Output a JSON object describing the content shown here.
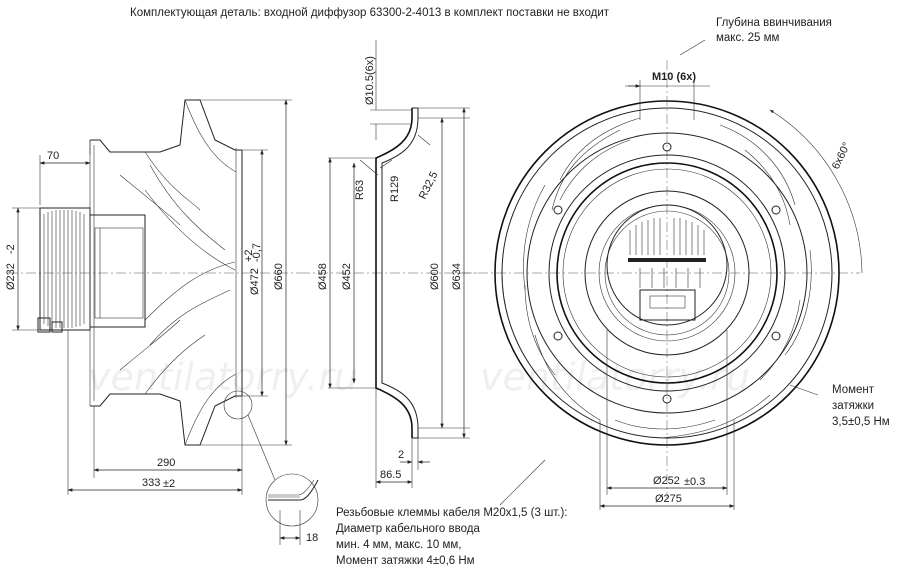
{
  "notes": {
    "top_note": "Комплектующая деталь: входной диффузор 63300-2-4013 в комплект поставки не входит",
    "screw_depth_1": "Глубина ввинчивания",
    "screw_depth_2": "макс. 25 мм",
    "torque_1": "Момент",
    "torque_2": "затяжки",
    "torque_3": "3,5±0,5 Нм",
    "cable_1": "Резьбовые клеммы кабеля M20x1,5 (3 шт.):",
    "cable_2": "Диаметр кабельного ввода",
    "cable_3": "мин. 4 мм, макс. 10 мм,",
    "cable_4": "Момент затяжки 4±0,6 Нм"
  },
  "side_view": {
    "dim_70": "70",
    "dim_232": "Ø232",
    "dim_232_tol": "-2",
    "dim_472": "Ø472",
    "dim_472_tol_up": "+2",
    "dim_472_tol_dn": "-0,7",
    "dim_660": "Ø660",
    "dim_290": "290",
    "dim_333": "333",
    "dim_333_tol": "±2",
    "dim_18": "18"
  },
  "diffuser_view": {
    "dim_10_5": "Ø10.5(6x)",
    "dim_r63": "R63",
    "dim_r129": "R129",
    "dim_r32_5": "R32,5",
    "dim_458": "Ø458",
    "dim_452": "Ø452",
    "dim_600": "Ø600",
    "dim_634": "Ø634",
    "dim_2": "2",
    "dim_86_5": "86.5"
  },
  "front_view": {
    "dim_m10": "M10 (6x)",
    "dim_6x60": "6x60°",
    "dim_252": "Ø252",
    "dim_252_tol": "±0.3",
    "dim_275": "Ø275"
  },
  "watermark": "ventilatorry.ru"
}
